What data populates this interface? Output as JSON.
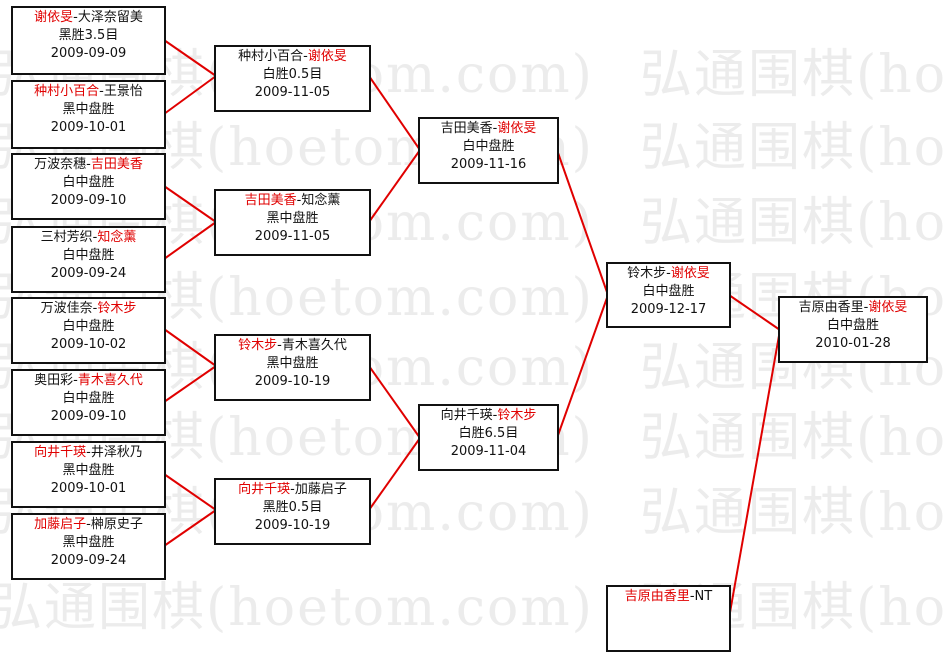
{
  "watermark": {
    "text": "弘通围棋(hoetom.com)"
  },
  "matches": [
    {
      "id": "r1m1",
      "players": [
        {
          "name": "谢依旻",
          "winner": true
        },
        {
          "name": "大泽奈留美",
          "winner": false
        }
      ],
      "result": "黑胜3.5目",
      "date": "2009-09-09"
    },
    {
      "id": "r1m2",
      "players": [
        {
          "name": "种村小百合",
          "winner": true
        },
        {
          "name": "王景怡",
          "winner": false
        }
      ],
      "result": "黑中盘胜",
      "date": "2009-10-01"
    },
    {
      "id": "r1m3",
      "players": [
        {
          "name": "万波奈穗",
          "winner": false
        },
        {
          "name": "吉田美香",
          "winner": true
        }
      ],
      "result": "白中盘胜",
      "date": "2009-09-10"
    },
    {
      "id": "r1m4",
      "players": [
        {
          "name": "三村芳织",
          "winner": false
        },
        {
          "name": "知念薰",
          "winner": true
        }
      ],
      "result": "白中盘胜",
      "date": "2009-09-24"
    },
    {
      "id": "r1m5",
      "players": [
        {
          "name": "万波佳奈",
          "winner": false
        },
        {
          "name": "铃木步",
          "winner": true
        }
      ],
      "result": "白中盘胜",
      "date": "2009-10-02"
    },
    {
      "id": "r1m6",
      "players": [
        {
          "name": "奥田彩",
          "winner": false
        },
        {
          "name": "青木喜久代",
          "winner": true
        }
      ],
      "result": "白中盘胜",
      "date": "2009-09-10"
    },
    {
      "id": "r1m7",
      "players": [
        {
          "name": "向井千瑛",
          "winner": true
        },
        {
          "name": "井泽秋乃",
          "winner": false
        }
      ],
      "result": "黑中盘胜",
      "date": "2009-10-01"
    },
    {
      "id": "r1m8",
      "players": [
        {
          "name": "加藤启子",
          "winner": true
        },
        {
          "name": "榊原史子",
          "winner": false
        }
      ],
      "result": "黑中盘胜",
      "date": "2009-09-24"
    },
    {
      "id": "r2m1",
      "players": [
        {
          "name": "种村小百合",
          "winner": false
        },
        {
          "name": "谢依旻",
          "winner": true
        }
      ],
      "result": "白胜0.5目",
      "date": "2009-11-05"
    },
    {
      "id": "r2m2",
      "players": [
        {
          "name": "吉田美香",
          "winner": true
        },
        {
          "name": "知念薰",
          "winner": false
        }
      ],
      "result": "黑中盘胜",
      "date": "2009-11-05"
    },
    {
      "id": "r2m3",
      "players": [
        {
          "name": "铃木步",
          "winner": true
        },
        {
          "name": "青木喜久代",
          "winner": false
        }
      ],
      "result": "黑中盘胜",
      "date": "2009-10-19"
    },
    {
      "id": "r2m4",
      "players": [
        {
          "name": "向井千瑛",
          "winner": true
        },
        {
          "name": "加藤启子",
          "winner": false
        }
      ],
      "result": "黑胜0.5目",
      "date": "2009-10-19"
    },
    {
      "id": "r3m1",
      "players": [
        {
          "name": "吉田美香",
          "winner": false
        },
        {
          "name": "谢依旻",
          "winner": true
        }
      ],
      "result": "白中盘胜",
      "date": "2009-11-16"
    },
    {
      "id": "r3m2",
      "players": [
        {
          "name": "向井千瑛",
          "winner": false
        },
        {
          "name": "铃木步",
          "winner": true
        }
      ],
      "result": "白胜6.5目",
      "date": "2009-11-04"
    },
    {
      "id": "r4m1",
      "players": [
        {
          "name": "铃木步",
          "winner": false
        },
        {
          "name": "谢依旻",
          "winner": true
        }
      ],
      "result": "白中盘胜",
      "date": "2009-12-17"
    },
    {
      "id": "seed",
      "players": [
        {
          "name": "吉原由香里",
          "winner": true
        },
        {
          "name": "NT",
          "winner": false
        }
      ],
      "result": "",
      "date": ""
    },
    {
      "id": "final",
      "players": [
        {
          "name": "吉原由香里",
          "winner": false
        },
        {
          "name": "谢依旻",
          "winner": true
        }
      ],
      "result": "白中盘胜",
      "date": "2010-01-28"
    }
  ],
  "colors": {
    "winner": "#e00000",
    "text": "#111111",
    "line": "#e00000"
  }
}
